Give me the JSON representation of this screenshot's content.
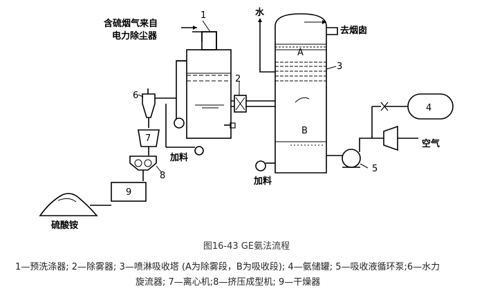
{
  "labels": {
    "flue_gas_source_line1": "含硫烟气来自",
    "flue_gas_source_line2": "电力除尘器",
    "water": "水",
    "to_chimney": "去烟囱",
    "section_a": "A",
    "section_b": "B",
    "air": "空气",
    "feed_left": "加料",
    "feed_bottom": "加料",
    "product": "硫酸铵"
  },
  "numbers": {
    "n1": "1",
    "n2": "2",
    "n3": "3",
    "n4": "4",
    "n5": "5",
    "n6": "6",
    "n7": "7",
    "n8": "8",
    "n9": "9"
  },
  "caption": "图16-43 GE氨法流程",
  "legend_line1": "1—预洗涤器; 2—除雾器; 3—喷淋吸收塔 (A为除雾段，B为吸收段); 4—氨储罐; 5—吸收液循环泵;6—水力",
  "legend_line2": "旋流器; 7—离心机;8—挤压成型机; 9—干燥器"
}
